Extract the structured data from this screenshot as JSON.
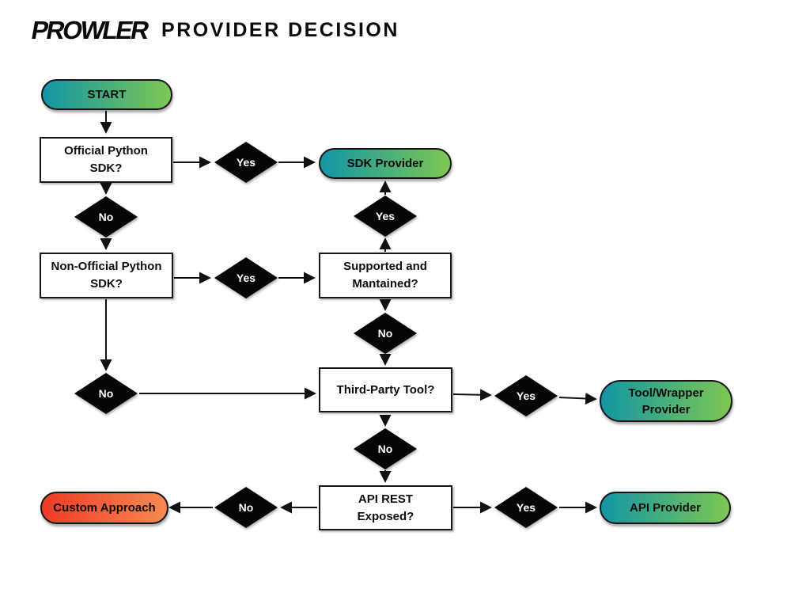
{
  "header": {
    "logo_text": "PROWLER",
    "title": "PROVIDER DECISION"
  },
  "labels": {
    "yes": "Yes",
    "no": "No"
  },
  "nodes": {
    "start": "START",
    "official_sdk": "Official Python SDK?",
    "sdk_provider": "SDK Provider",
    "non_official_sdk": "Non-Official Python SDK?",
    "supported_maintained": "Supported and Mantained?",
    "third_party_tool": "Third-Party Tool?",
    "tool_wrapper_provider": "Tool/Wrapper Provider",
    "api_rest_exposed": "API REST Exposed?",
    "api_provider": "API Provider",
    "custom_approach": "Custom Approach"
  },
  "colors": {
    "gradient_teal": "#1296a5",
    "gradient_green": "#7dc752",
    "terminal_red": "#ee3a26",
    "terminal_orange": "#f68a52",
    "decision_fill": "#050505",
    "decision_text": "#ffffff",
    "box_fill": "#ffffff",
    "line": "#111111"
  },
  "connections": [
    {
      "from": "start",
      "to": "official_sdk"
    },
    {
      "from": "official_sdk",
      "via": "Yes",
      "to": "sdk_provider"
    },
    {
      "from": "official_sdk",
      "via": "No",
      "to": "non_official_sdk"
    },
    {
      "from": "non_official_sdk",
      "via": "Yes",
      "to": "supported_maintained"
    },
    {
      "from": "supported_maintained",
      "via": "Yes",
      "to": "sdk_provider"
    },
    {
      "from": "supported_maintained",
      "via": "No",
      "to": "third_party_tool"
    },
    {
      "from": "non_official_sdk",
      "via": "No",
      "to": "third_party_tool"
    },
    {
      "from": "third_party_tool",
      "via": "Yes",
      "to": "tool_wrapper_provider"
    },
    {
      "from": "third_party_tool",
      "via": "No",
      "to": "api_rest_exposed"
    },
    {
      "from": "api_rest_exposed",
      "via": "Yes",
      "to": "api_provider"
    },
    {
      "from": "api_rest_exposed",
      "via": "No",
      "to": "custom_approach"
    }
  ]
}
